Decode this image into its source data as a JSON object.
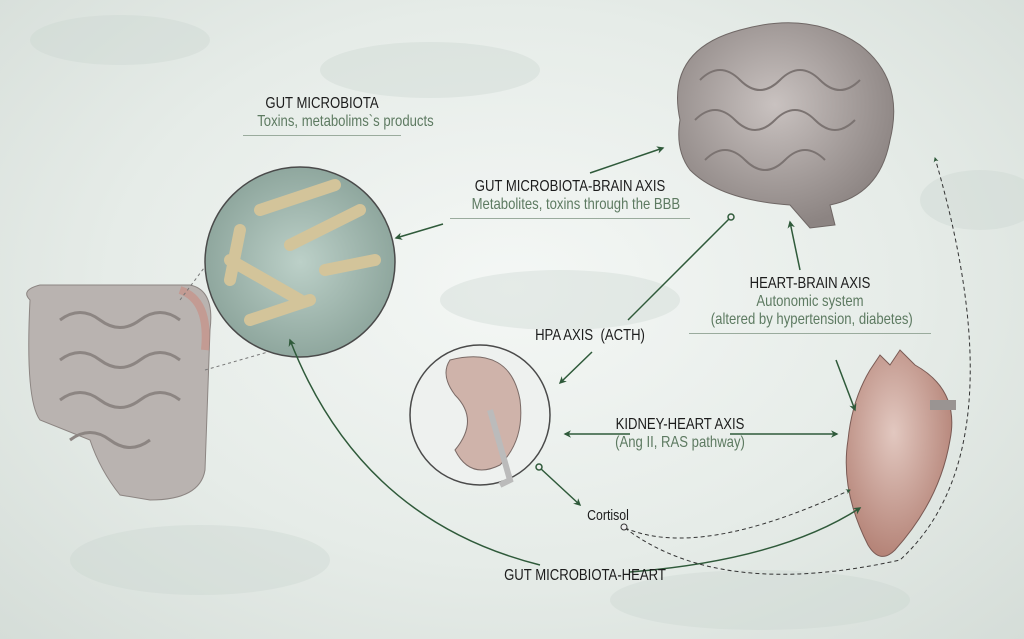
{
  "gut_microbiota": {
    "title": "GUT MICROBIOTA",
    "subtitle": "Toxins, metabolims`s products"
  },
  "gut_brain_axis": {
    "title": "GUT MICROBIOTA-BRAIN AXIS",
    "subtitle": "Metabolites, toxins through the BBB"
  },
  "heart_brain_axis": {
    "title": "HEART-BRAIN AXIS",
    "subtitle_1": "Autonomic system",
    "subtitle_2": "(altered by hypertension, diabetes)"
  },
  "hpa_axis": {
    "title": "HPA AXIS  (ACTH)"
  },
  "kidney_heart_axis": {
    "title": "KIDNEY-HEART AXIS",
    "subtitle": "(Ang II, RAS pathway)"
  },
  "cortisol": {
    "label": "Cortisol"
  },
  "gut_heart": {
    "title": "GUT MICROBIOTA-HEART"
  },
  "colors": {
    "arrow": "#2f5a3a",
    "subtitle": "#5d7a61"
  }
}
